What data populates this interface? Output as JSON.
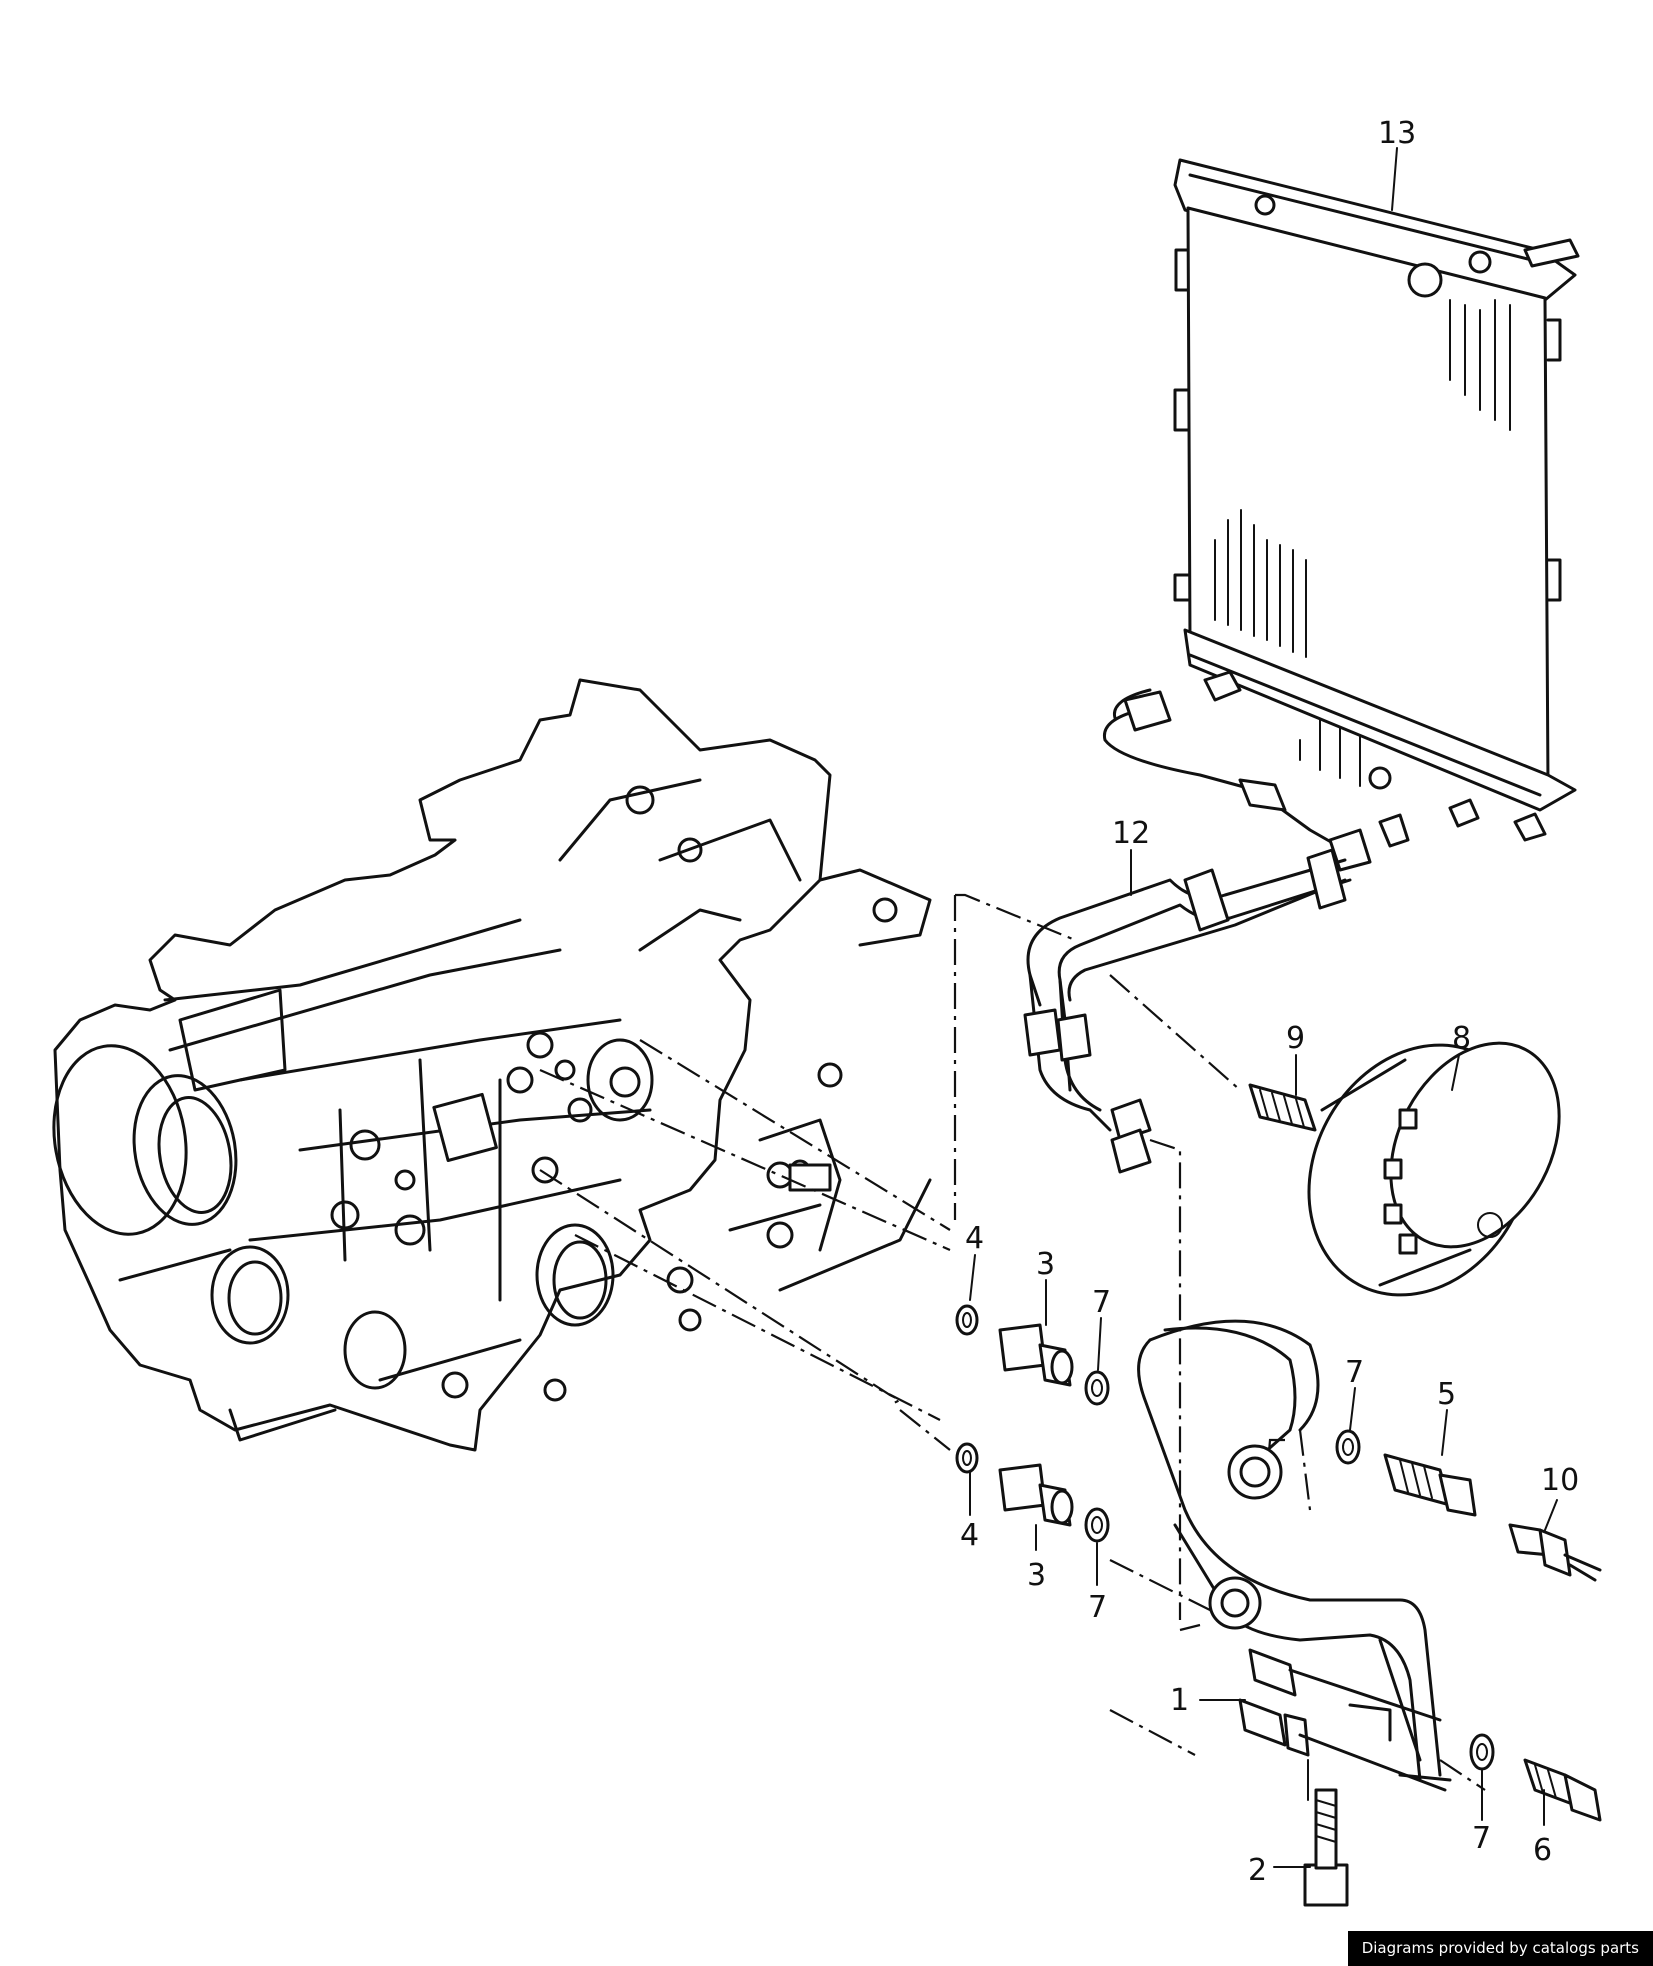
{
  "callouts": [
    {
      "id": "c13",
      "label": "13"
    },
    {
      "id": "c12",
      "label": "12"
    },
    {
      "id": "c9",
      "label": "9"
    },
    {
      "id": "c8",
      "label": "8"
    },
    {
      "id": "c4a",
      "label": "4"
    },
    {
      "id": "c3a",
      "label": "3"
    },
    {
      "id": "c7a",
      "label": "7"
    },
    {
      "id": "c7b",
      "label": "7"
    },
    {
      "id": "c5",
      "label": "5"
    },
    {
      "id": "c10",
      "label": "10"
    },
    {
      "id": "c4b",
      "label": "4"
    },
    {
      "id": "c3b",
      "label": "3"
    },
    {
      "id": "c7c",
      "label": "7"
    },
    {
      "id": "c1",
      "label": "1"
    },
    {
      "id": "c2",
      "label": "2"
    },
    {
      "id": "c7d",
      "label": "7"
    },
    {
      "id": "c6",
      "label": "6"
    }
  ],
  "credit": "Diagrams provided by catalogs parts"
}
